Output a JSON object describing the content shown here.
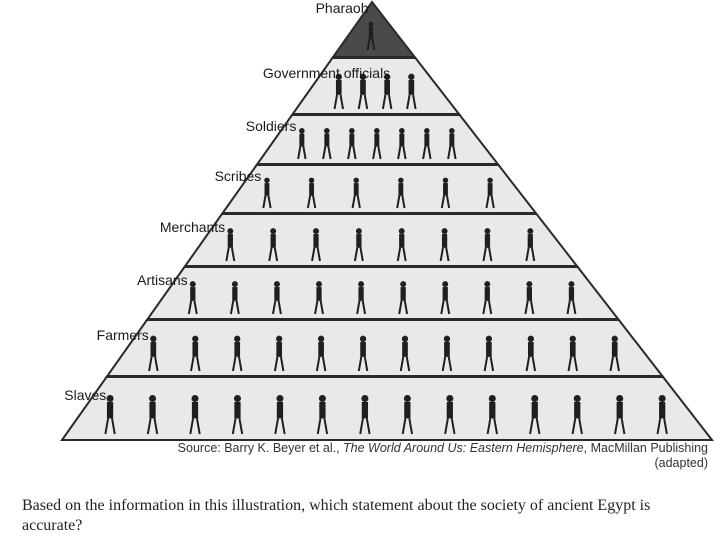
{
  "pyramid": {
    "tiers": [
      {
        "label": "Pharaoh"
      },
      {
        "label": "Government officials"
      },
      {
        "label": "Soldiers"
      },
      {
        "label": "Scribes"
      },
      {
        "label": "Merchants"
      },
      {
        "label": "Artisans"
      },
      {
        "label": "Farmers"
      },
      {
        "label": "Slaves"
      }
    ]
  },
  "source": {
    "prefix": "Source: Barry K. Beyer et al., ",
    "title": "The World Around Us: Eastern Hemisphere",
    "suffix": ", MacMillan Publishing",
    "note": "(adapted)"
  },
  "question": {
    "text": "Based on the information in this illustration, which statement about the society of ancient Egypt is accurate?"
  },
  "colors": {
    "stone": "#e9e9e9",
    "outline": "#2a2a2a",
    "figure": "#1f1f1f",
    "apex": "#4a4a4a"
  }
}
